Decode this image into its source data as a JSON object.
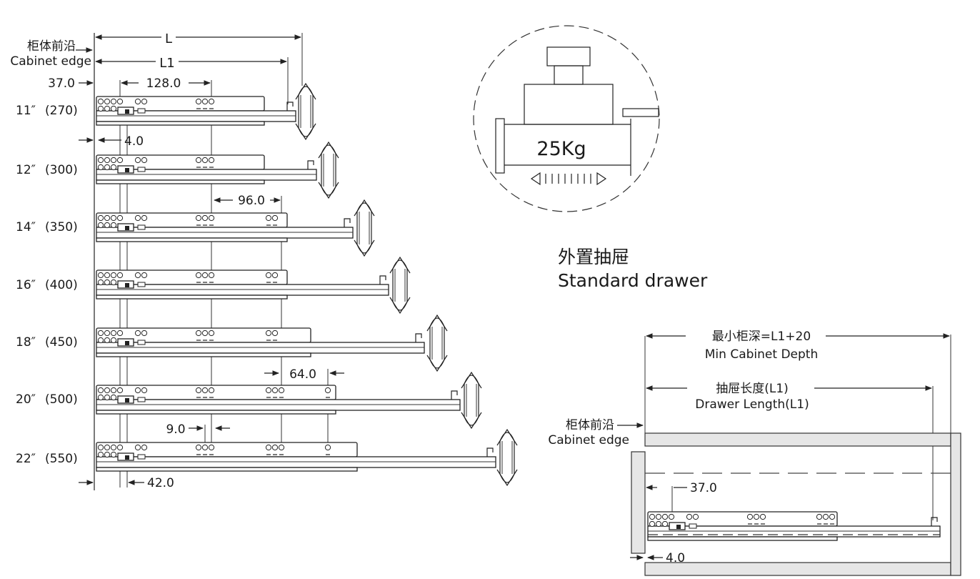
{
  "left_diagram": {
    "cabinet_edge_cn": "柜体前沿",
    "cabinet_edge_en": "Cabinet edge",
    "dim_L": "L",
    "dim_L1": "L1",
    "dim_37": "37.0",
    "dim_128": "128.0",
    "dim_4": "4.0",
    "dim_96": "96.0",
    "dim_64": "64.0",
    "dim_9": "9.0",
    "dim_42": "42.0",
    "sizes": [
      {
        "inch": "11″",
        "mm": "(270)"
      },
      {
        "inch": "12″",
        "mm": "(300)"
      },
      {
        "inch": "14″",
        "mm": "(350)"
      },
      {
        "inch": "16″",
        "mm": "(400)"
      },
      {
        "inch": "18″",
        "mm": "(450)"
      },
      {
        "inch": "20″",
        "mm": "(500)"
      },
      {
        "inch": "22″",
        "mm": "(550)"
      }
    ]
  },
  "load": {
    "label": "25Kg"
  },
  "drawer_type": {
    "cn": "外置抽屉",
    "en": "Standard drawer"
  },
  "right_diagram": {
    "min_depth_cn": "最小柜深=L1+20",
    "min_depth_en": "Min Cabinet Depth",
    "drawer_length_cn": "抽屉长度(L1)",
    "drawer_length_en": "Drawer Length(L1)",
    "cabinet_edge_cn": "柜体前沿",
    "cabinet_edge_en": "Cabinet edge",
    "dim_37": "37.0",
    "dim_4": "4.0"
  }
}
